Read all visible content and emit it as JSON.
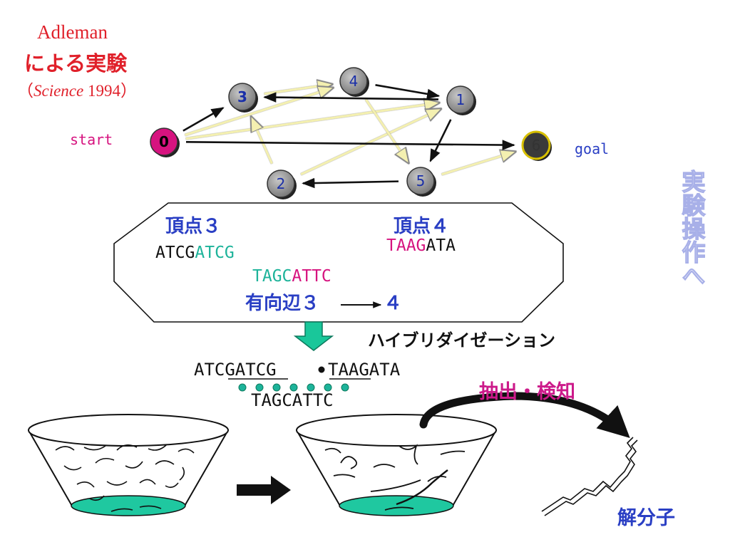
{
  "title": {
    "line1": "Adleman",
    "line2": "による実験",
    "paren_open": "（",
    "journal": "Science",
    "year": " 1994",
    "paren_close": "）"
  },
  "graph": {
    "start_label": "start",
    "goal_label": "goal",
    "nodes": [
      {
        "id": "0",
        "label": "0",
        "color": "#d6137f",
        "role": "start"
      },
      {
        "id": "1",
        "label": "1",
        "color": "#8e8e8e"
      },
      {
        "id": "2",
        "label": "2",
        "color": "#8e8e8e"
      },
      {
        "id": "3",
        "label": "3",
        "color": "#8e8e8e"
      },
      {
        "id": "4",
        "label": "4",
        "color": "#8e8e8e"
      },
      {
        "id": "5",
        "label": "5",
        "color": "#8e8e8e"
      },
      {
        "id": "6",
        "label": "6",
        "color": "#222222",
        "role": "goal"
      }
    ],
    "dark_edges": [
      [
        "0",
        "3"
      ],
      [
        "0",
        "6"
      ],
      [
        "1",
        "3"
      ],
      [
        "4",
        "1"
      ],
      [
        "1",
        "5"
      ],
      [
        "5",
        "2"
      ]
    ],
    "light_edges": [
      [
        "3",
        "4"
      ],
      [
        "0",
        "1"
      ],
      [
        "2",
        "3"
      ],
      [
        "2",
        "1"
      ],
      [
        "4",
        "5"
      ],
      [
        "0",
        "4"
      ],
      [
        "5",
        "6"
      ]
    ]
  },
  "encoding": {
    "vertex3_label": "頂点３",
    "vertex4_label": "頂点４",
    "vertex3_seq_a": "ATCG",
    "vertex3_seq_b": "ATCG",
    "vertex4_seq_a": "TAAG",
    "vertex4_seq_b": "ATA",
    "edge_seq_a": "TAGC",
    "edge_seq_b": "ATTC",
    "edge_label": "有向辺３",
    "edge_label_end": "４"
  },
  "hybridization": {
    "label": "ハイブリダイゼーション",
    "strand_left": "ATCGATCG",
    "strand_right": "TAAGATA",
    "complement": "TAGCATTC"
  },
  "extract_label": "抽出・検知",
  "solution_label": "解分子",
  "side_link": "実験操作へ",
  "colors": {
    "red": "#e0202a",
    "magenta": "#d6137f",
    "teal": "#1db39a",
    "blue": "#2a3fc4",
    "green_arrow": "#19c79a",
    "bowl_liquid": "#1fc8a0",
    "light_edge": "#f4f0b0"
  }
}
